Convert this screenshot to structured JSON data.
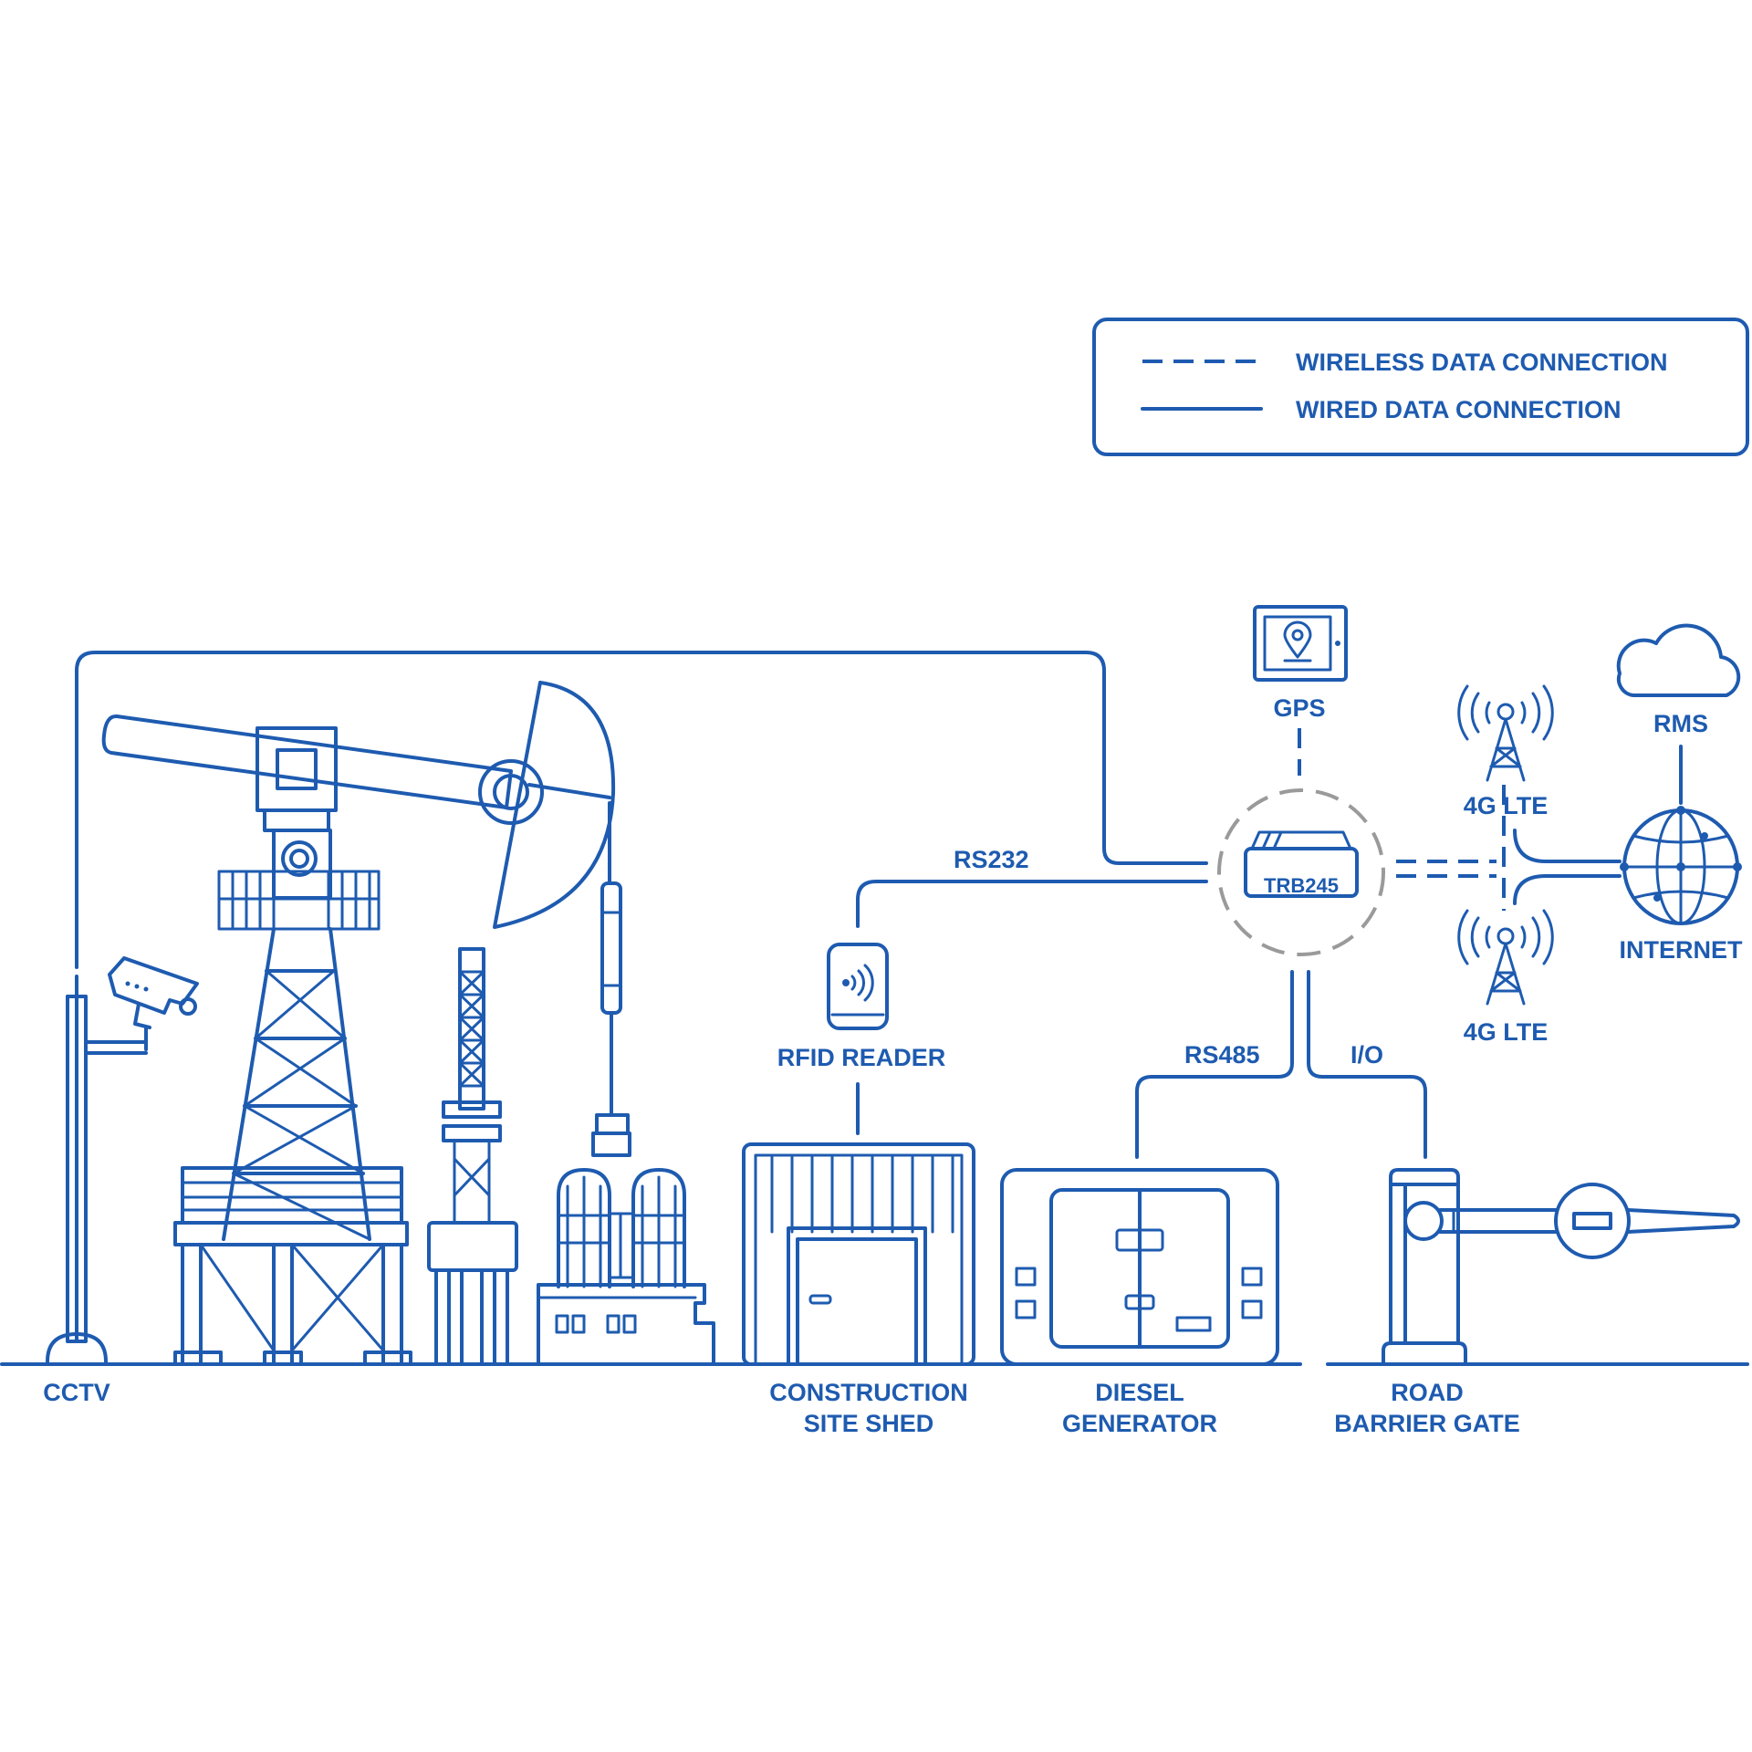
{
  "legend": {
    "wireless_label": "WIRELESS DATA CONNECTION",
    "wired_label": "WIRED DATA CONNECTION"
  },
  "nodes": {
    "router": "TRB245",
    "gps": "GPS",
    "rms": "RMS",
    "lte_top": "4G LTE",
    "lte_bottom": "4G LTE",
    "internet": "INTERNET",
    "rfid": "RFID READER",
    "cctv": "CCTV",
    "shed_line1": "CONSTRUCTION",
    "shed_line2": "SITE SHED",
    "generator_line1": "DIESEL",
    "generator_line2": "GENERATOR",
    "gate_line1": "ROAD",
    "gate_line2": "BARRIER GATE"
  },
  "connections": {
    "rs232": "RS232",
    "rs485": "RS485",
    "io": "I/O"
  },
  "colors": {
    "line": "#1e5bb0",
    "dashed_circle": "#9a9a9a",
    "background": "#ffffff"
  },
  "icons": [
    "cctv-camera-icon",
    "oil-pumpjack-icon",
    "oil-rig-icon",
    "refinery-icon",
    "shed-icon",
    "generator-icon",
    "barrier-gate-icon",
    "gps-icon",
    "cell-tower-icon",
    "cloud-icon",
    "globe-icon",
    "rfid-icon",
    "router-icon"
  ]
}
